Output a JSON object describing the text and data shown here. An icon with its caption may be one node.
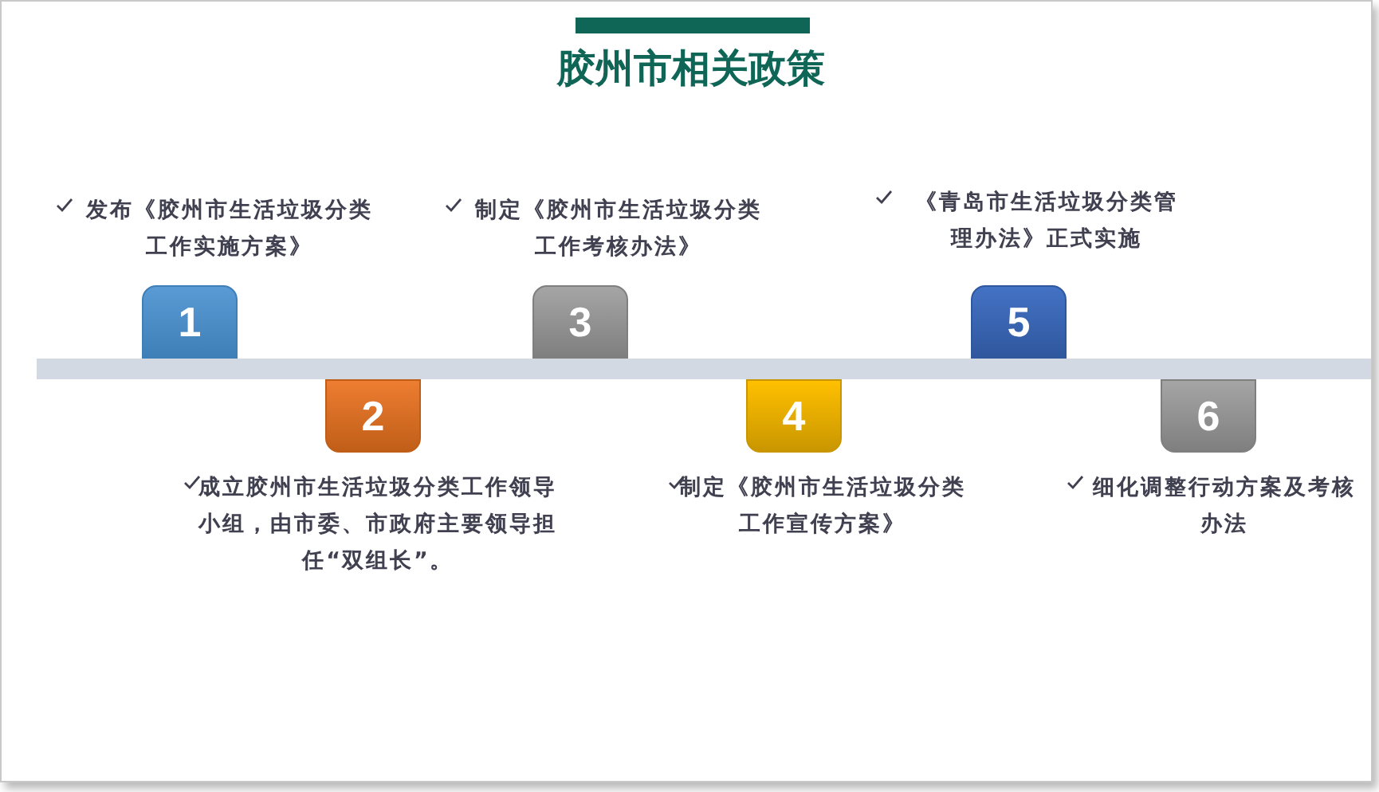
{
  "diagram": {
    "title": "胶州市相关政策",
    "nodes": [
      {
        "text": [
          "1"
        ],
        "beside": [
          "发布《胶州市生活垃圾分类工作实施方案》"
        ]
      },
      {
        "text": [
          "2"
        ],
        "beside": [
          "成立胶州市生活垃圾分类工作领导小组，由市委、市政府主要领导担任“双组长”。"
        ]
      },
      {
        "text": [
          "3"
        ],
        "beside": [
          "制定《胶州市生活垃圾分类工作考核办法》"
        ]
      },
      {
        "text": [
          "4"
        ],
        "beside": [
          "制定《胶州市生活垃圾分类工作宣传方案》"
        ]
      },
      {
        "text": [
          "5"
        ],
        "beside": [
          "《青岛市生活垃圾分类管理办法》正式实施"
        ]
      },
      {
        "text": [
          "6"
        ],
        "beside": [
          "细化调整行动方案及考核办法"
        ]
      }
    ]
  }
}
